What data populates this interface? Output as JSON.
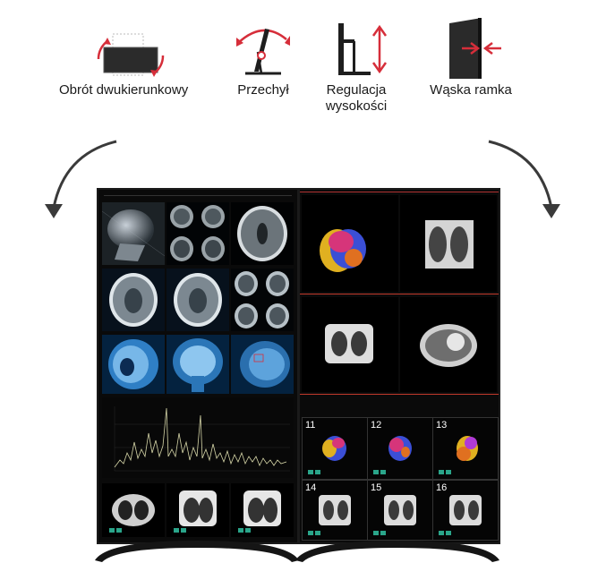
{
  "features": [
    {
      "label": "Obrót dwukierunkowy",
      "icon": "pivot-rotation-icon"
    },
    {
      "label": "Przechył",
      "icon": "tilt-icon"
    },
    {
      "label": "Regulacja\nwysokości",
      "label_line1": "Regulacja",
      "label_line2": "wysokości",
      "icon": "height-adjust-icon"
    },
    {
      "label": "Wąska ramka",
      "icon": "narrow-bezel-icon"
    }
  ],
  "right_monitor": {
    "tile_numbers": [
      "11",
      "12",
      "13",
      "14",
      "15",
      "16"
    ]
  },
  "colors": {
    "accent_red": "#d62e3a",
    "bezel": "#101010",
    "screen_bg": "#000000"
  }
}
